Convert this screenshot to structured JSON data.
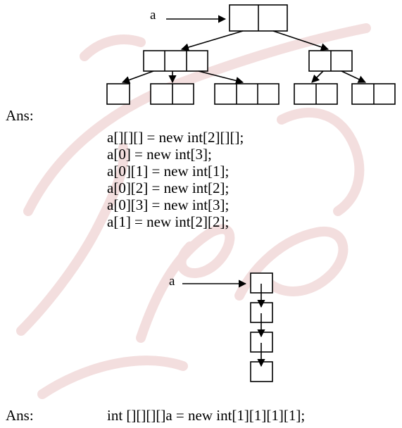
{
  "watermark": {
    "color": "#e8c8c8"
  },
  "diagram1": {
    "pointer_label": "a"
  },
  "diagram2": {
    "pointer_label": "a"
  },
  "answer1": {
    "label": "Ans:",
    "lines": [
      "a[][][] = new int[2][][];",
      "a[0] = new int[3];",
      "a[0][1] = new int[1];",
      "a[0][2] = new int[2];",
      "a[0][3] = new int[3];",
      "a[1] = new int[2][2];"
    ]
  },
  "answer2": {
    "label": "Ans:",
    "code": "int [][][][]a = new int[1][1][1][1];"
  }
}
